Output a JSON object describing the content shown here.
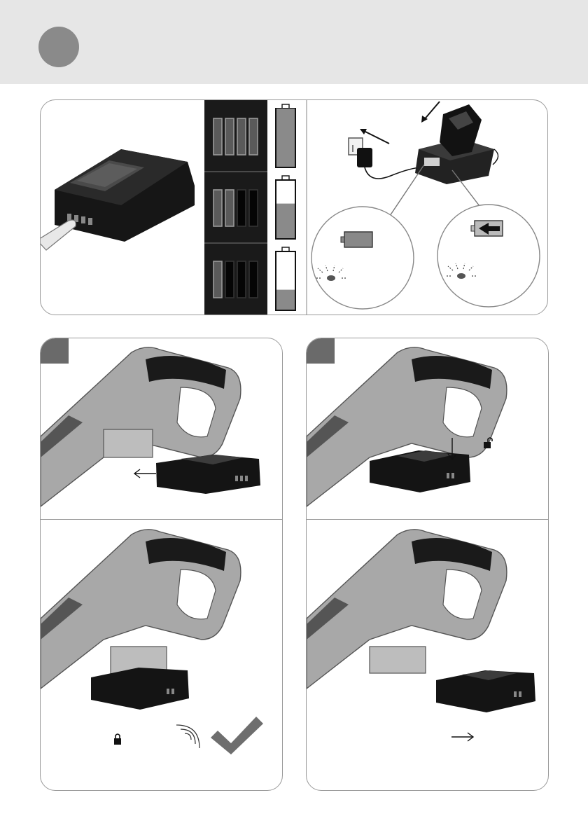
{
  "colors": {
    "header_bg": "#e6e6e6",
    "header_circle": "#8a8a8a",
    "panel_border": "#9a9a9a",
    "battery_black": "#111111",
    "tool_grey": "#a8a8a8",
    "tab_grey": "#6a6a6a",
    "check_grey": "#6e6e6e"
  },
  "icons": {
    "charge_levels": [
      "battery-level-4-of-4",
      "battery-level-2-of-4",
      "battery-level-1-of-4"
    ],
    "steps": [
      "arrow-left-icon",
      "arrow-down-icon",
      "lock-icon",
      "sound-waves-icon",
      "check-icon",
      "arrow-right-icon"
    ]
  },
  "charge_levels": [
    {
      "bars_lit": 4,
      "bars_total": 4,
      "fill_fraction": 1.0
    },
    {
      "bars_lit": 2,
      "bars_total": 4,
      "fill_fraction": 0.6
    },
    {
      "bars_lit": 1,
      "bars_total": 4,
      "fill_fraction": 0.35
    }
  ]
}
